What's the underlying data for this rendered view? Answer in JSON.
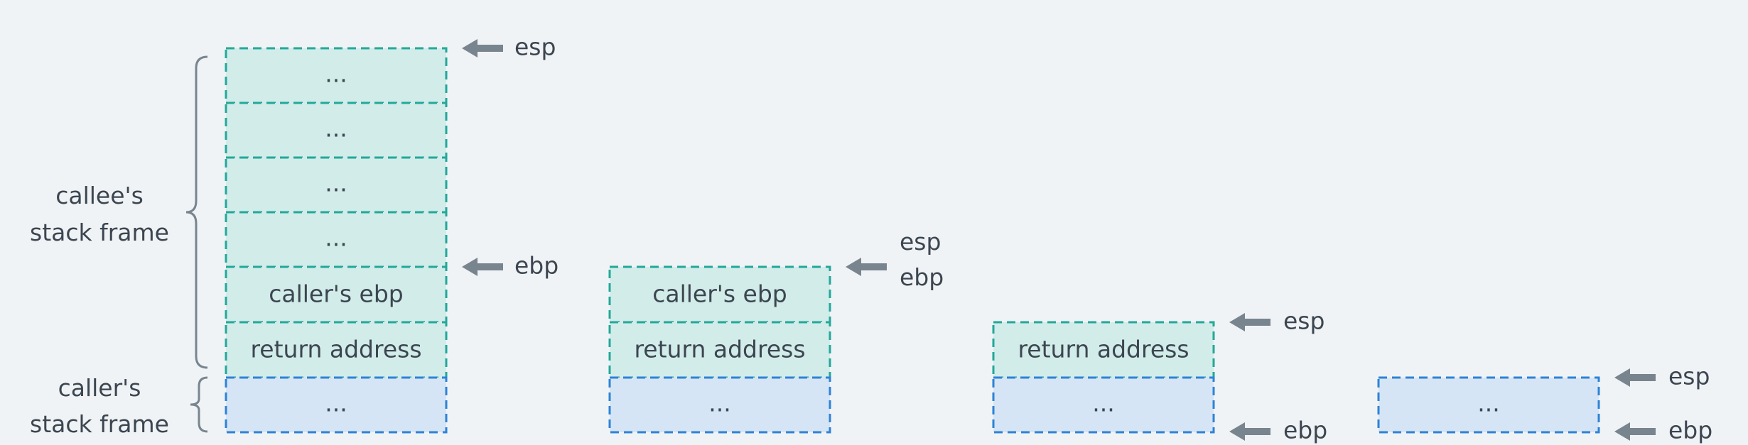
{
  "labels": {
    "callee_frame_line1": "callee's",
    "callee_frame_line2": "stack frame",
    "caller_frame_line1": "caller's",
    "caller_frame_line2": "stack frame"
  },
  "stacks": [
    {
      "cells": [
        {
          "text": "...",
          "kind": "callee"
        },
        {
          "text": "...",
          "kind": "callee"
        },
        {
          "text": "...",
          "kind": "callee"
        },
        {
          "text": "...",
          "kind": "callee"
        },
        {
          "text": "caller's ebp",
          "kind": "callee"
        },
        {
          "text": "return address",
          "kind": "callee"
        },
        {
          "text": "...",
          "kind": "caller"
        }
      ],
      "pointers": [
        {
          "text": "esp"
        },
        {
          "text": "ebp"
        }
      ]
    },
    {
      "cells": [
        {
          "text": "caller's ebp",
          "kind": "callee"
        },
        {
          "text": "return address",
          "kind": "callee"
        },
        {
          "text": "...",
          "kind": "caller"
        }
      ],
      "pointers": [
        {
          "text": "esp\nebp"
        }
      ]
    },
    {
      "cells": [
        {
          "text": "return address",
          "kind": "callee"
        },
        {
          "text": "...",
          "kind": "caller"
        }
      ],
      "pointers": [
        {
          "text": "esp"
        },
        {
          "text": "ebp"
        }
      ]
    },
    {
      "cells": [
        {
          "text": "...",
          "kind": "caller"
        }
      ],
      "pointers": [
        {
          "text": "esp"
        },
        {
          "text": "ebp"
        }
      ]
    }
  ],
  "colors": {
    "callee_fill": "#d2ecea",
    "callee_stroke": "#22a898",
    "caller_fill": "#d5e5f5",
    "caller_stroke": "#2e82d6",
    "arrow": "#78858f",
    "brace": "#78858f",
    "text": "#3c4650"
  }
}
